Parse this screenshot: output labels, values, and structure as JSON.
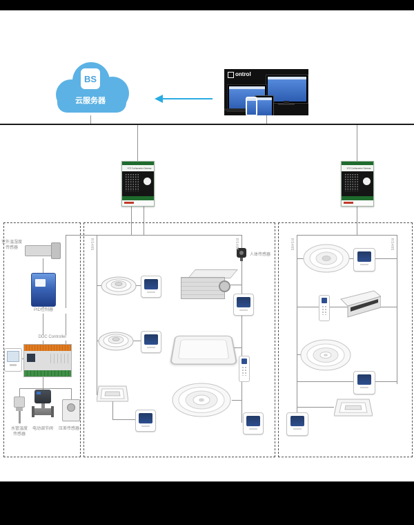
{
  "cloud": {
    "label": "云服务器",
    "logo_text": "BS"
  },
  "banner": {
    "brand_fragment": "ontrol"
  },
  "gateways": {
    "label": "VCS Configuration Gateway"
  },
  "wires": {
    "bus_label": "RS485"
  },
  "zone1": {
    "outdoor_sensor_label": "室外温湿度\n传感器",
    "pid_label": "PID控制器",
    "ddc_label": "DDC Controller",
    "temp_sensor_label": "水管温度\n传感器",
    "valve_label": "电动调节阀",
    "dp_sensor_label": "压差传感器"
  },
  "zone2": {
    "occupancy_label": "人体传感器"
  },
  "colors": {
    "cloud_blue": "#5CB2E4",
    "arrow_cyan": "#29ABE2",
    "gateway_green": "#1F6B2D",
    "screen_blue": "#3A72C8",
    "pid_blue": "#2E59A8",
    "wire_gray": "#909090"
  }
}
